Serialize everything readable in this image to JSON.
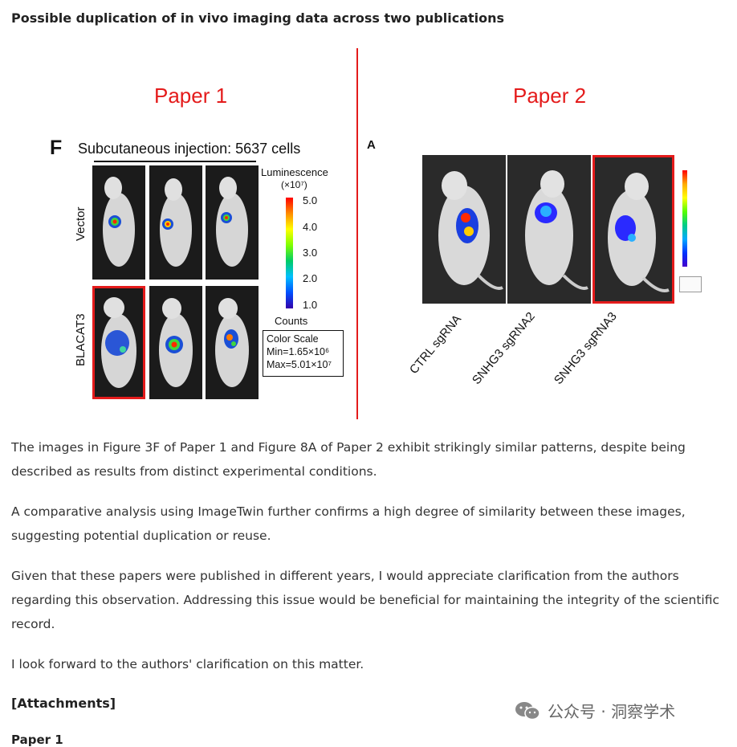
{
  "title": "Possible duplication of in vivo imaging data across two publications",
  "figure": {
    "paper1_label": "Paper 1",
    "paper2_label": "Paper 2",
    "panel_f": "F",
    "panel_a": "A",
    "p1_heading": "Subcutaneous injection: 5637 cells",
    "row_labels": [
      "Vector",
      "BLACAT3"
    ],
    "luminescence": "Luminescence",
    "unit": "(×10⁷)",
    "ticks": [
      "5.0",
      "4.0",
      "3.0",
      "2.0",
      "1.0"
    ],
    "counts": "Counts",
    "color_scale": [
      "Color Scale",
      "Min=1.65×10⁶",
      "Max=5.01×10⁷"
    ],
    "p2_columns": [
      "CTRL sgRNA",
      "SNHG3 sgRNA2",
      "SNHG3 sgRNA3"
    ],
    "accent_color": "#e41b1b"
  },
  "paragraphs": [
    "The images in Figure 3F of Paper 1 and Figure 8A of Paper 2 exhibit strikingly similar patterns, despite being described as results from distinct experimental conditions.",
    "A comparative analysis using ImageTwin further confirms a high degree of similarity between these images, suggesting potential duplication or reuse.",
    "Given that these papers were published in different years, I would appreciate clarification from the authors regarding this observation. Addressing this issue would be beneficial for maintaining the integrity of the scientific record.",
    "I look forward to the authors' clarification on this matter."
  ],
  "attachments": "[Attachments]",
  "watermark": "公众号 · 洞察学术",
  "cut_text": "Paper 1"
}
